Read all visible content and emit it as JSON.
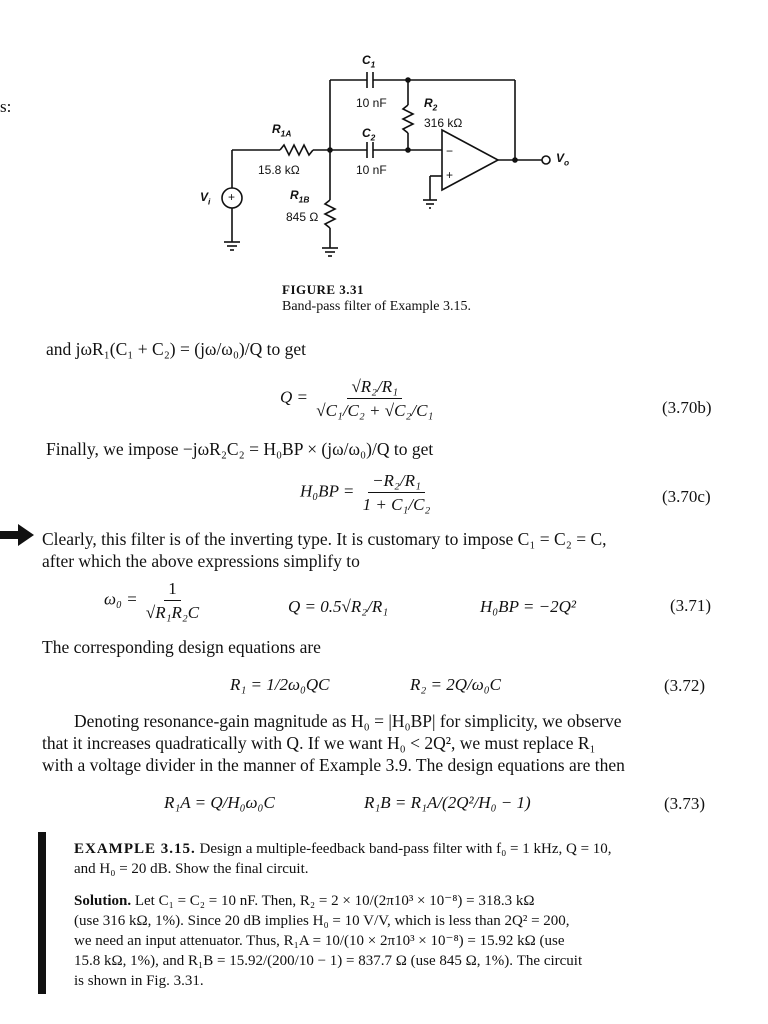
{
  "margin_fragment": "s:",
  "figure": {
    "label": "FIGURE 3.31",
    "caption": "Band-pass filter of Example 3.15.",
    "components": {
      "c1_name": "C",
      "c1_sub": "1",
      "c1_value": "10 nF",
      "c2_name": "C",
      "c2_sub": "2",
      "c2_value": "10 nF",
      "r2_name": "R",
      "r2_sub": "2",
      "r2_value": "316 kΩ",
      "r1a_name": "R",
      "r1a_sub": "1A",
      "r1a_value": "15.8 kΩ",
      "r1b_name": "R",
      "r1b_sub": "1B",
      "r1b_value": "845 Ω",
      "vi_name": "V",
      "vi_sub": "i",
      "vo_name": "V",
      "vo_sub": "o",
      "plus_sign": "+",
      "minus_sign": "−"
    }
  },
  "text": {
    "line_and": "and jωR₁(C₁ + C₂) = (jω/ω₀)/Q to get",
    "eq_370b_no": "(3.70b)",
    "line_finally": "Finally, we impose −jωR₂C₂ = H₀BP × (jω/ω₀)/Q to get",
    "eq_370c_no": "(3.70c)",
    "para_clearly_1": "Clearly, this filter is of the inverting type. It is customary to impose C₁ = C₂ = C,",
    "para_clearly_2": "after which the above expressions simplify to",
    "eq_371_no": "(3.71)",
    "line_design": "The corresponding design equations are",
    "eq_372_no": "(3.72)",
    "para_denoting_1": "Denoting resonance-gain magnitude as H₀ = |H₀BP| for simplicity, we observe",
    "para_denoting_2": "that it increases quadratically with Q. If we want H₀ < 2Q², we must replace R₁",
    "para_denoting_3": "with a voltage divider in the manner of Example 3.9. The design equations are then",
    "eq_373_no": "(3.73)"
  },
  "equations": {
    "q_lhs": "Q =",
    "q_num": "√R₂/R₁",
    "q_den": "√C₁/C₂ + √C₂/C₁",
    "h_lhs": "H₀BP =",
    "h_num": "−R₂/R₁",
    "h_den": "1 + C₁/C₂",
    "w0_lhs": "ω₀ =",
    "w0_num": "1",
    "w0_den": "√R₁R₂C",
    "q_simpl": "Q = 0.5√R₂/R₁",
    "h_simpl": "H₀BP = −2Q²",
    "r1_design": "R₁ = 1/2ω₀QC",
    "r2_design": "R₂ = 2Q/ω₀C",
    "r1a_design": "R₁A = Q/H₀ω₀C",
    "r1b_design": "R₁B = R₁A/(2Q²/H₀ − 1)"
  },
  "example": {
    "label": "EXAMPLE 3.15.",
    "line1": "Design a multiple-feedback band-pass filter with f₀ = 1 kHz, Q = 10,",
    "line2": "and H₀ = 20 dB. Show the final circuit.",
    "solution_label": "Solution.",
    "sol1": "Let C₁ = C₂ = 10 nF. Then, R₂ = 2 × 10/(2π10³ × 10⁻⁸) = 318.3 kΩ",
    "sol2": "(use 316 kΩ, 1%). Since 20 dB implies H₀ = 10 V/V, which is less than 2Q² = 200,",
    "sol3": "we need an input attenuator. Thus, R₁A = 10/(10 × 2π10³ × 10⁻⁸) = 15.92 kΩ (use",
    "sol4": "15.8 kΩ, 1%), and R₁B = 15.92/(200/10 − 1) = 837.7 Ω (use 845 Ω, 1%). The circuit",
    "sol5": "is shown in Fig. 3.31."
  }
}
